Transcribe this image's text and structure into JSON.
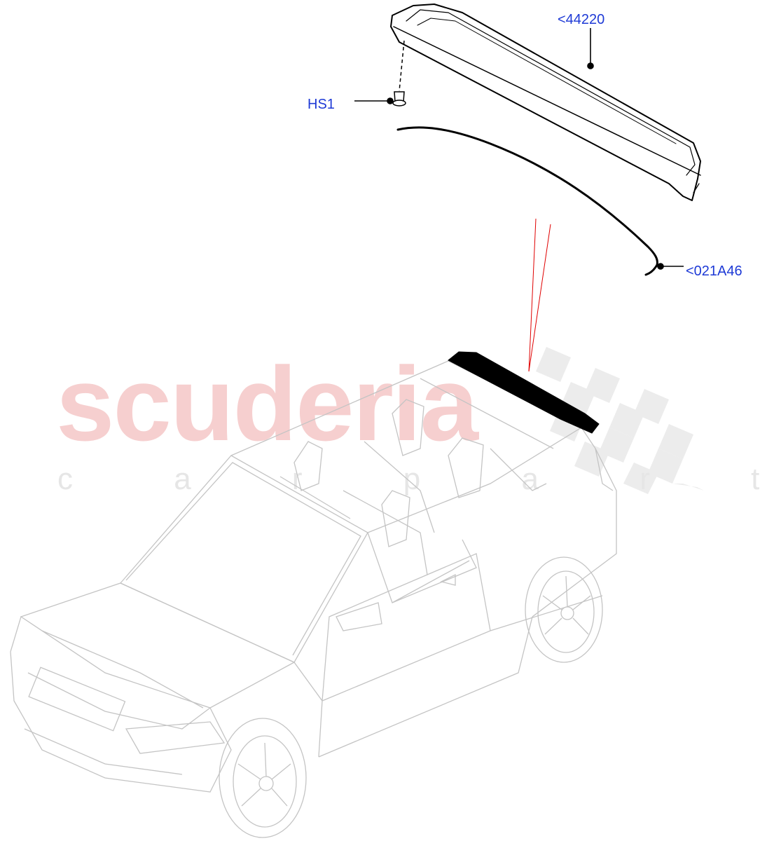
{
  "watermark": {
    "brand": "scuderia",
    "subtitle": "c a r p a r t s"
  },
  "callouts": [
    {
      "id": "spoiler",
      "label": "<44220"
    },
    {
      "id": "fastener",
      "label": "HS1"
    },
    {
      "id": "seal",
      "label": "<021A46"
    }
  ],
  "colors": {
    "callout_text": "#1e3ad6",
    "watermark_red": "#f6cfcf",
    "watermark_grey": "#e6e6e6",
    "car_outline": "#c4c4c4",
    "highlight_part": "#000000",
    "reference_line": "#e00000"
  }
}
